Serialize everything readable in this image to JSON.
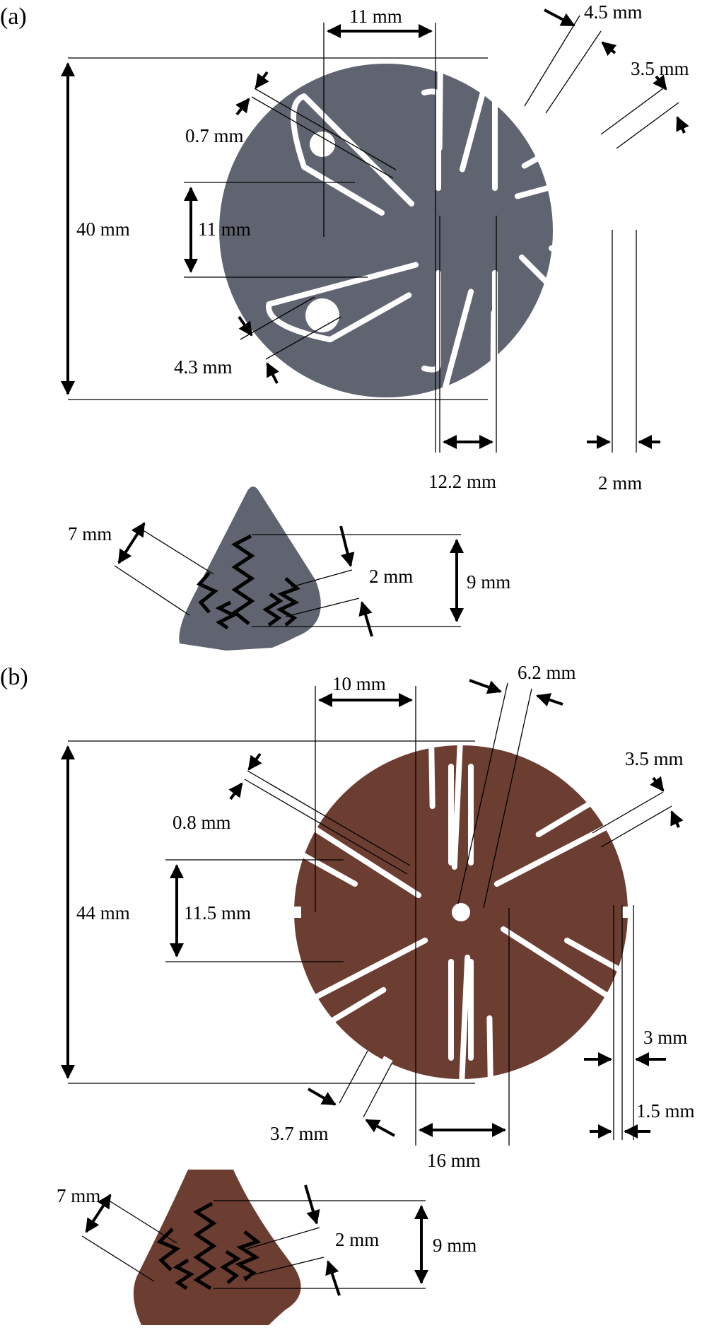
{
  "colors": {
    "part_a": "#5f6470",
    "part_b": "#6c3d31",
    "dimension_lines": "#000000",
    "slots": "#ffffff"
  },
  "panel_a": {
    "label": "(a)",
    "dims": {
      "outer_diameter": "40 mm",
      "top_width": "11 mm",
      "slot_width": "4.5 mm",
      "rim_gap": "3.5 mm",
      "slit": "0.7 mm",
      "petal_height": "11 mm",
      "notch": "4.3 mm",
      "center_width": "12.2 mm",
      "edge": "2 mm"
    },
    "detail": {
      "spring_length": "7 mm",
      "spring_gap": "2 mm",
      "petal_height": "9 mm"
    }
  },
  "panel_b": {
    "label": "(b)",
    "dims": {
      "outer_diameter": "44 mm",
      "top_width": "10 mm",
      "slot_width": "6.2 mm",
      "rim_gap": "3.5 mm",
      "slit": "0.8 mm",
      "petal_height": "11.5 mm",
      "notch": "3.7 mm",
      "center_width": "16 mm",
      "edge_outer": "3 mm",
      "edge_inner": "1.5 mm"
    },
    "detail": {
      "spring_length": "7 mm",
      "spring_gap": "2 mm",
      "petal_height": "9 mm"
    }
  }
}
